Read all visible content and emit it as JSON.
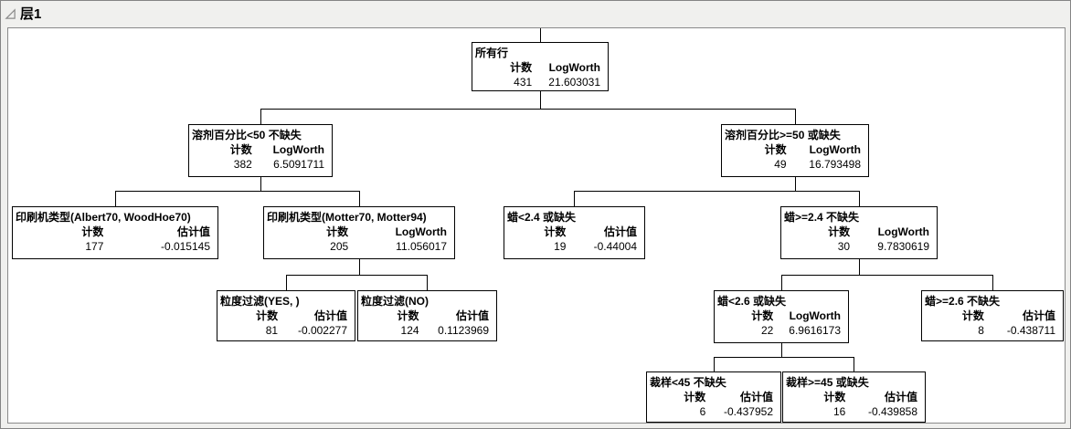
{
  "panel": {
    "title": "层1",
    "disclosure_icon": "open-triangle"
  },
  "tree": {
    "col1_header_text": "计数",
    "nodes": [
      {
        "id": "n0",
        "parent": null,
        "label": "所有行",
        "col1_header": "计数",
        "col2_header": "LogWorth",
        "col1": "431",
        "col2": "21.603031"
      },
      {
        "id": "n1",
        "parent": "n0",
        "label": "溶剂百分比<50 不缺失",
        "col1_header": "计数",
        "col2_header": "LogWorth",
        "col1": "382",
        "col2": "6.5091711"
      },
      {
        "id": "n2",
        "parent": "n0",
        "label": "溶剂百分比>=50 或缺失",
        "col1_header": "计数",
        "col2_header": "LogWorth",
        "col1": "49",
        "col2": "16.793498"
      },
      {
        "id": "n3",
        "parent": "n1",
        "label": "印刷机类型(Albert70, WoodHoe70)",
        "col1_header": "计数",
        "col2_header": "估计值",
        "col1": "177",
        "col2": "-0.015145"
      },
      {
        "id": "n4",
        "parent": "n1",
        "label": "印刷机类型(Motter70, Motter94)",
        "col1_header": "计数",
        "col2_header": "LogWorth",
        "col1": "205",
        "col2": "11.056017"
      },
      {
        "id": "n5",
        "parent": "n2",
        "label": "蜡<2.4 或缺失",
        "col1_header": "计数",
        "col2_header": "估计值",
        "col1": "19",
        "col2": "-0.44004"
      },
      {
        "id": "n6",
        "parent": "n2",
        "label": "蜡>=2.4 不缺失",
        "col1_header": "计数",
        "col2_header": "LogWorth",
        "col1": "30",
        "col2": "9.7830619"
      },
      {
        "id": "n7",
        "parent": "n4",
        "label": "粒度过滤(YES, )",
        "col1_header": "计数",
        "col2_header": "估计值",
        "col1": "81",
        "col2": "-0.002277"
      },
      {
        "id": "n8",
        "parent": "n4",
        "label": "粒度过滤(NO)",
        "col1_header": "计数",
        "col2_header": "估计值",
        "col1": "124",
        "col2": "0.1123969"
      },
      {
        "id": "n9",
        "parent": "n6",
        "label": "蜡<2.6 或缺失",
        "col1_header": "计数",
        "col2_header": "LogWorth",
        "col1": "22",
        "col2": "6.9616173"
      },
      {
        "id": "n10",
        "parent": "n6",
        "label": "蜡>=2.6 不缺失",
        "col1_header": "计数",
        "col2_header": "估计值",
        "col1": "8",
        "col2": "-0.438711"
      },
      {
        "id": "n11",
        "parent": "n9",
        "label": "裁样<45 不缺失",
        "col1_header": "计数",
        "col2_header": "估计值",
        "col1": "6",
        "col2": "-0.437952"
      },
      {
        "id": "n12",
        "parent": "n9",
        "label": "裁样>=45 或缺失",
        "col1_header": "计数",
        "col2_header": "估计值",
        "col1": "16",
        "col2": "-0.439858"
      }
    ]
  }
}
